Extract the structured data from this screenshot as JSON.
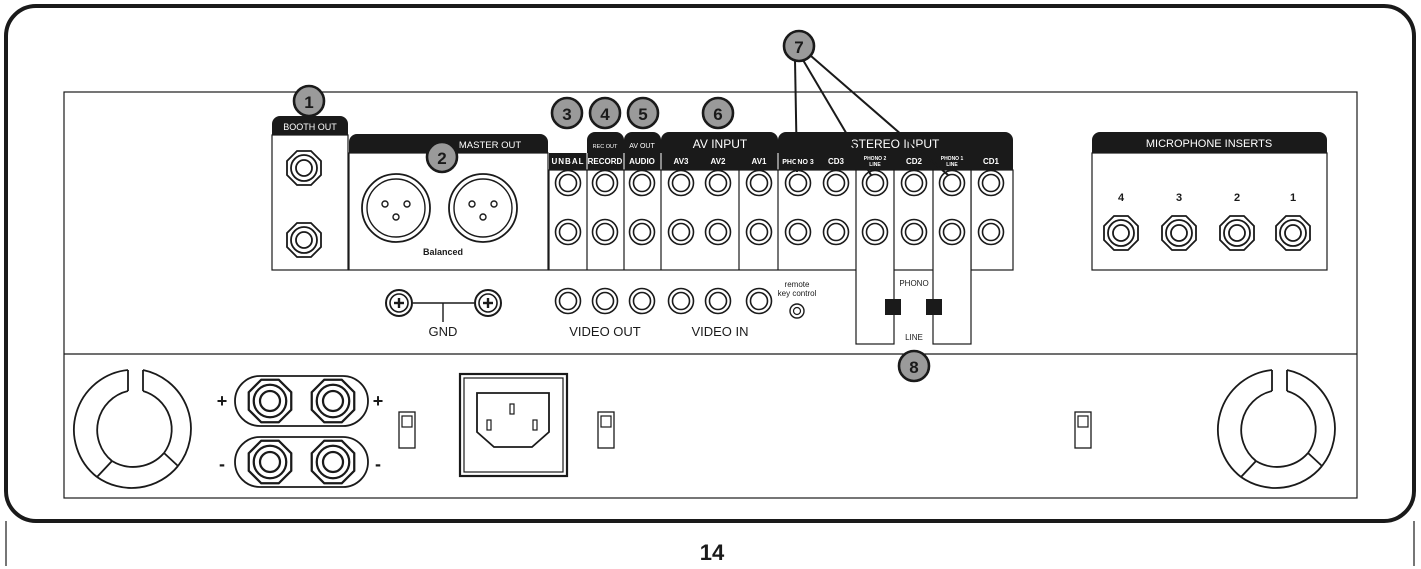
{
  "panel": {
    "booth_out": "BOOTH OUT",
    "master_out": "MASTER OUT",
    "balanced": "Balanced",
    "rec_out": "REC OUT",
    "av_out": "AV OUT",
    "av_input": "AV INPUT",
    "stereo_input": "STEREO INPUT",
    "mic_inserts": "MICROPHONE INSERTS",
    "unbal": "UNBAL",
    "record": "RECORD",
    "audio": "AUDIO",
    "av3": "AV3",
    "av2": "AV2",
    "av1": "AV1",
    "phono3": "PHONO 3",
    "cd3": "CD3",
    "phono2_line_a": "PHONO 2",
    "phono2_line_b": "LINE",
    "cd2": "CD2",
    "phono1_line_a": "PHONO 1",
    "phono1_line_b": "LINE",
    "cd1": "CD1",
    "mic_numbers": [
      "4",
      "3",
      "2",
      "1"
    ],
    "gnd": "GND",
    "video_out": "VIDEO OUT",
    "video_in": "VIDEO IN",
    "remote_a": "remote",
    "remote_b": "key control",
    "phono": "PHONO",
    "line": "LINE"
  },
  "callouts": [
    "1",
    "2",
    "3",
    "4",
    "5",
    "6",
    "7",
    "8"
  ],
  "amp": {
    "plus": "+",
    "minus": "-"
  },
  "page_number": "14"
}
